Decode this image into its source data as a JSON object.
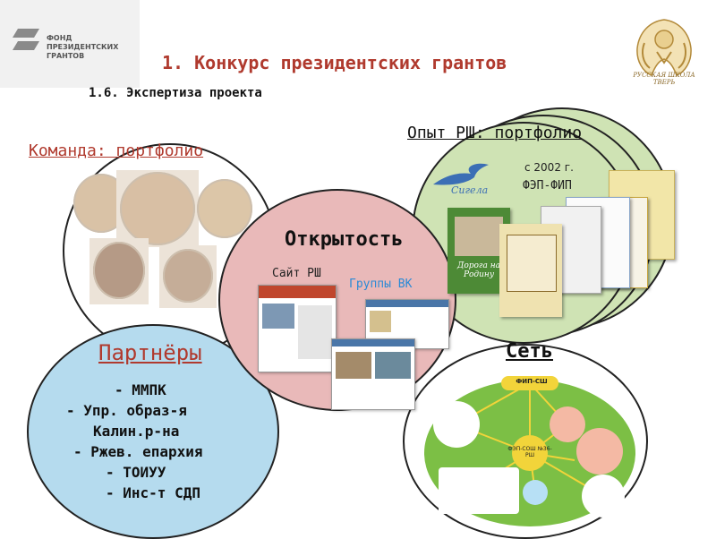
{
  "logo": {
    "org_lines": [
      "ФОНД",
      "ПРЕЗИДЕНТСКИХ",
      "ГРАНТОВ"
    ]
  },
  "crest": {
    "caption_lines": [
      "РУССКАЯ ШКОЛА",
      "ТВЕРЬ"
    ]
  },
  "header": {
    "title": "1. Конкурс президентских грантов",
    "subtitle": "1.6. Экспертиза проекта"
  },
  "team": {
    "heading": "Команда: портфолио"
  },
  "experience": {
    "heading": "Опыт РШ: портфолио",
    "since": "с 2002 г.",
    "program": "ФЭП-ФИП",
    "book1_title": "Дорога на Родину",
    "logo_text": "Сигела"
  },
  "openness": {
    "heading": "Открытость",
    "site_label": "Сайт РШ",
    "groups_label": "Группы ВК"
  },
  "partners": {
    "heading": "Партнёры",
    "items": [
      "- ММПК",
      "- Упр. образ-я",
      "Калин.р-на",
      "- Ржев. епархия",
      "- ТОИУУ",
      "- Инс-т СДП"
    ]
  },
  "network": {
    "heading": "Сеть",
    "top_node": "ФИП-СШ",
    "center_node": "ФЭП-СОШ №36-РШ"
  },
  "colors": {
    "accent": "#b03a2e",
    "team_circle": "#ffffff",
    "experience_circle": "#cfe3b4",
    "openness_circle": "#e9b9b9",
    "partners_circle": "#b5dbee",
    "network_circle": "#ffffff"
  }
}
